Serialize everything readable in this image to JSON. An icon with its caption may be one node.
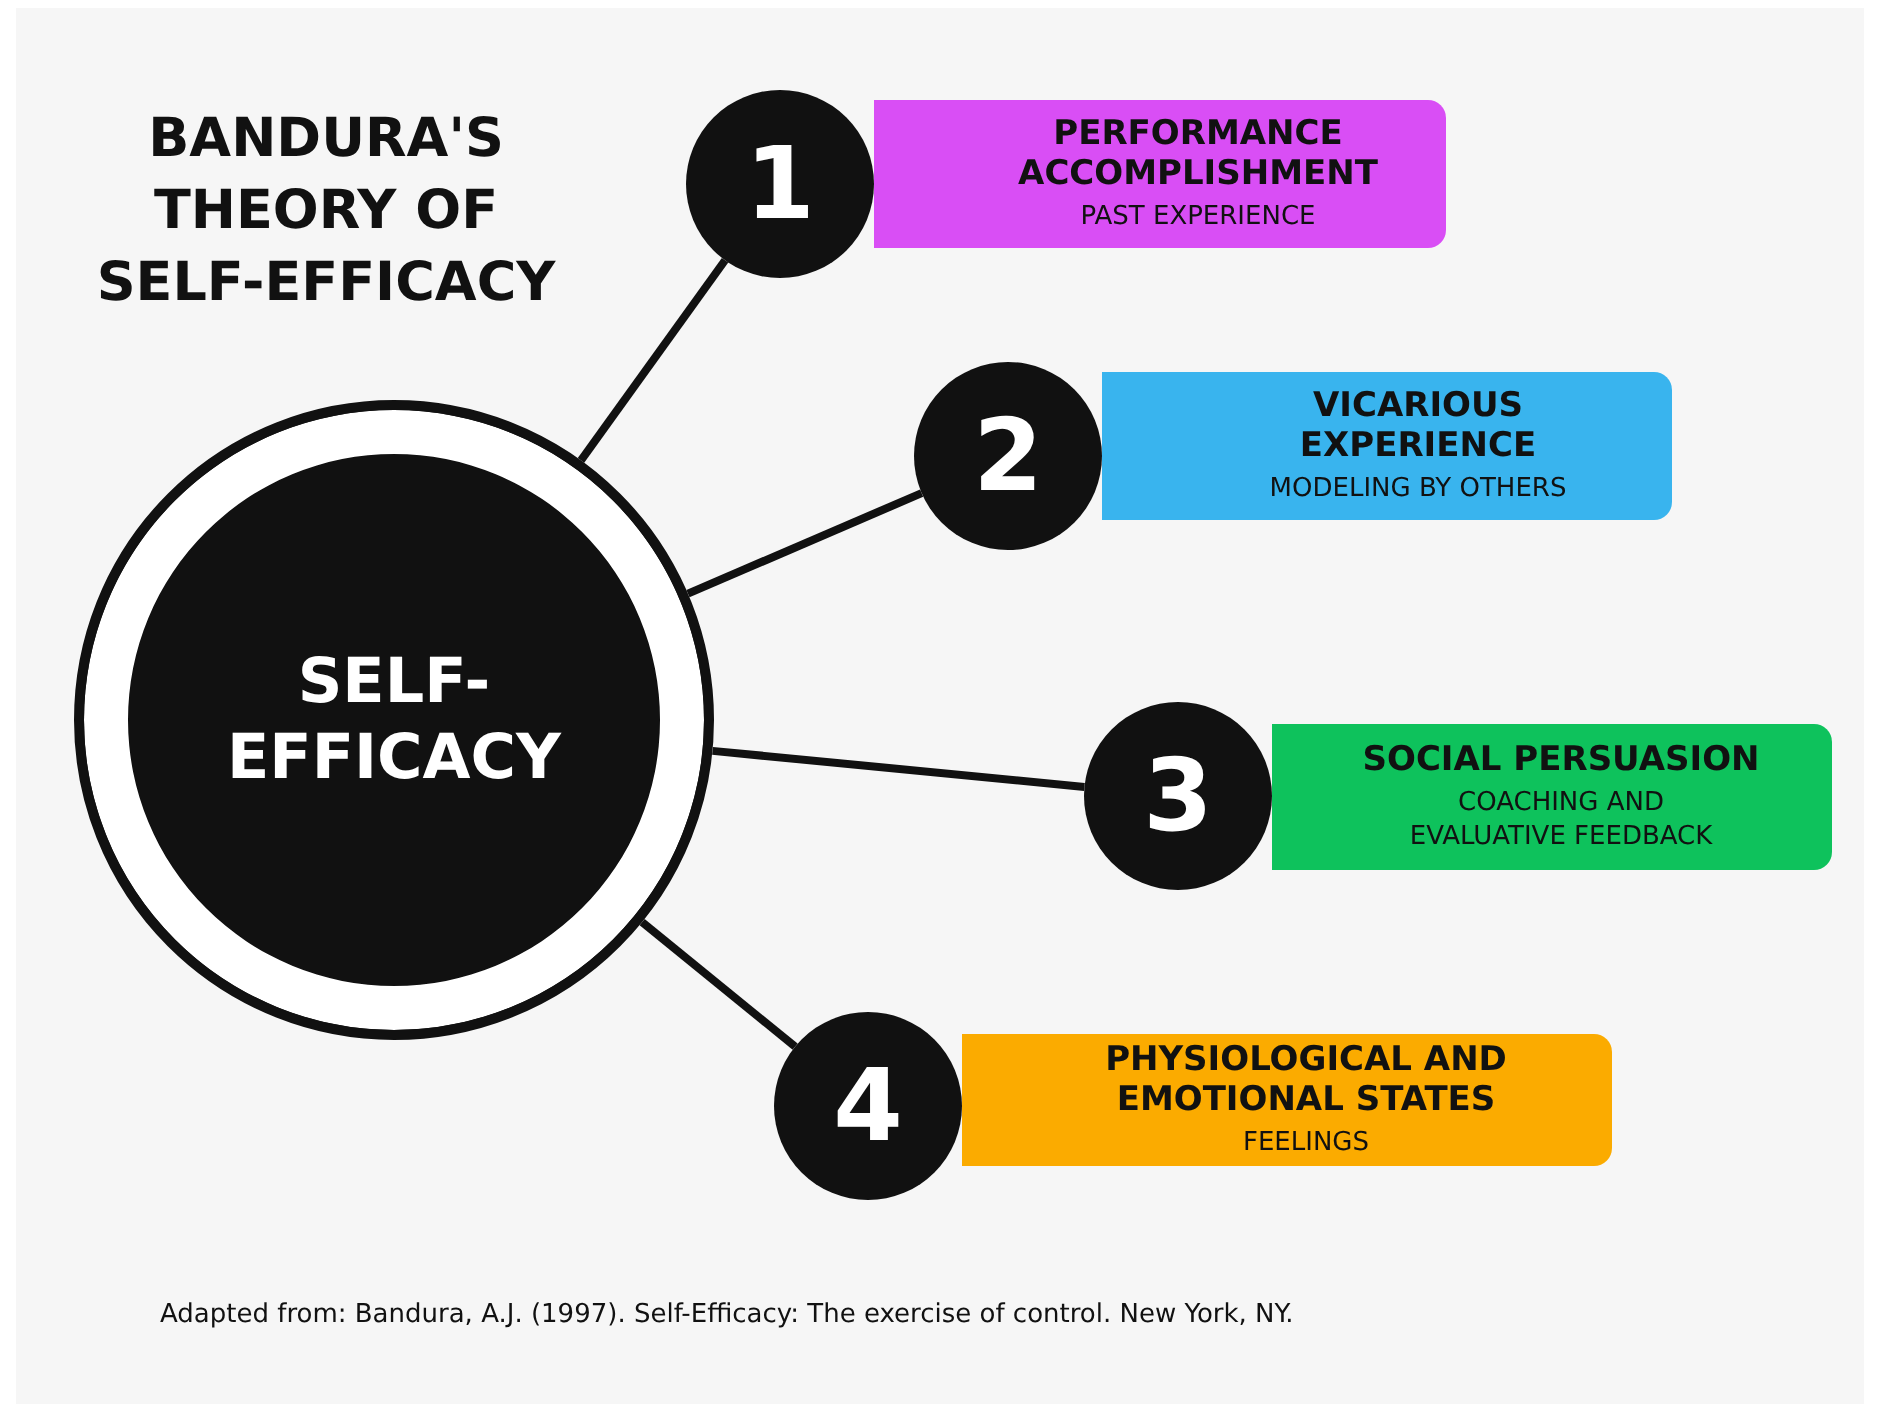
{
  "diagram": {
    "title": "BANDURA'S THEORY OF SELF-EFFICACY",
    "caption": "Adapted from: Bandura, A.J. (1997). Self-Efficacy: The exercise of control. New York, NY.",
    "nodes": [
      {
        "text": [
          "SELF-EFFICACY"
        ]
      },
      {
        "text": [
          "1"
        ]
      },
      {
        "text": [
          "PERFORMANCE ACCOMPLISHMENT",
          "PAST EXPERIENCE"
        ]
      },
      {
        "text": [
          "2"
        ]
      },
      {
        "text": [
          "VICARIOUS EXPERIENCE",
          "MODELING BY OTHERS"
        ]
      },
      {
        "text": [
          "3"
        ]
      },
      {
        "text": [
          "SOCIAL PERSUASION",
          "COACHING AND EVALUATIVE FEEDBACK"
        ]
      },
      {
        "text": [
          "4"
        ]
      },
      {
        "text": [
          "PHYSIOLOGICAL AND EMOTIONAL STATES",
          "FEELINGS"
        ]
      }
    ],
    "edges": [
      {
        "from": 0,
        "to": 1,
        "arrow": "none"
      },
      {
        "from": 0,
        "to": 3,
        "arrow": "none"
      },
      {
        "from": 0,
        "to": 5,
        "arrow": "none"
      },
      {
        "from": 0,
        "to": 7,
        "arrow": "none"
      }
    ]
  }
}
